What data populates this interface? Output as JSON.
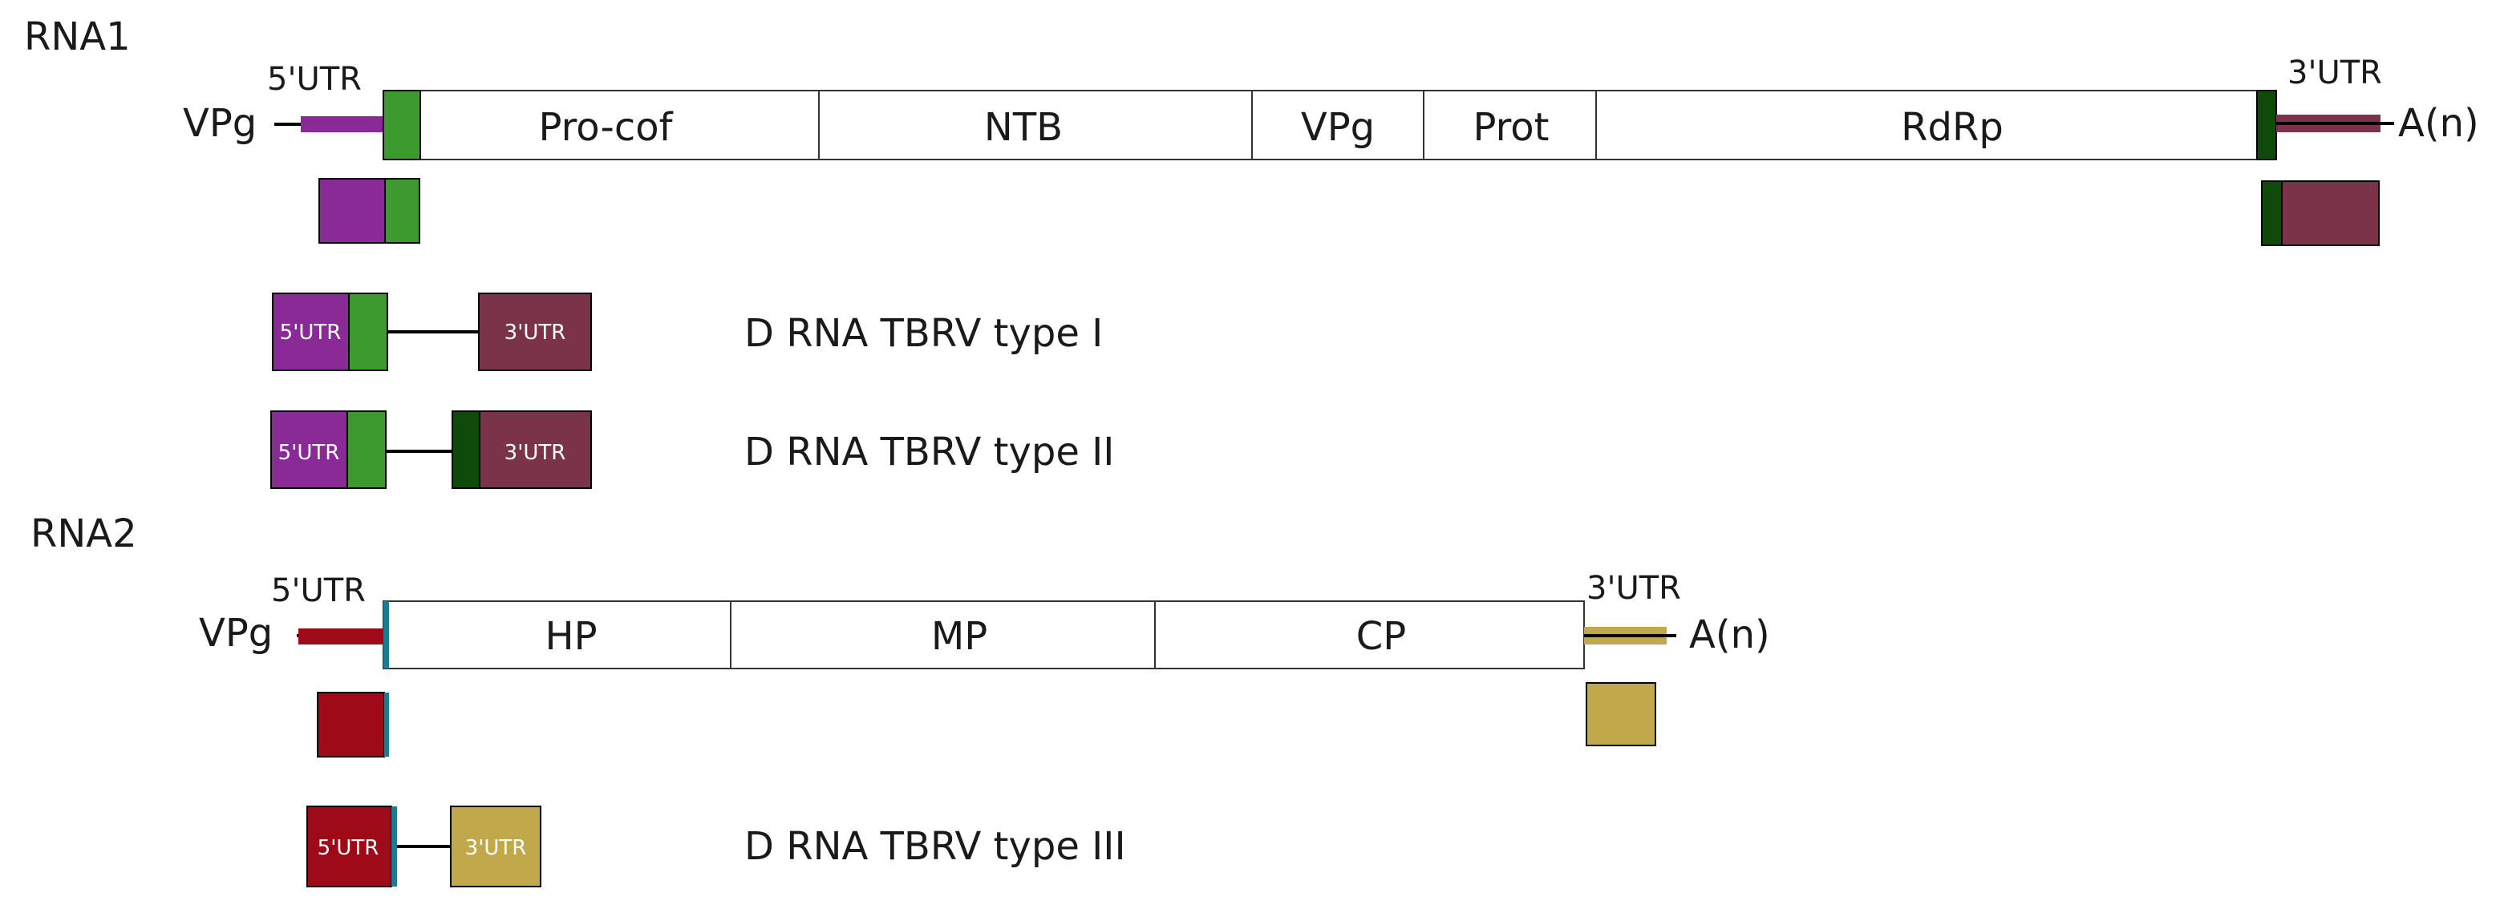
{
  "colors": {
    "rna1_5utr": "#8a2a96",
    "rna1_green": "#3c9a2f",
    "rna1_darkgreen": "#0f4a0a",
    "rna1_3utr": "#7a3348",
    "rna2_5utr": "#9e0a17",
    "rna2_teal": "#1f7a94",
    "rna2_3utr": "#c1a84a"
  },
  "rna1": {
    "title": "RNA1",
    "vpg": "VPg",
    "utr5": "5'UTR",
    "utr3": "3'UTR",
    "polyA": "A(n)",
    "domains": [
      "Pro-cof",
      "NTB",
      "VPg",
      "Prot",
      "RdRp"
    ]
  },
  "rna2": {
    "title": "RNA2",
    "vpg": "VPg",
    "utr5": "5'UTR",
    "utr3": "3'UTR",
    "polyA": "A(n)",
    "domains": [
      "HP",
      "MP",
      "CP"
    ]
  },
  "drna": {
    "type1": {
      "label": "D RNA TBRV type I",
      "utr5": "5'UTR",
      "utr3": "3'UTR"
    },
    "type2": {
      "label": "D RNA TBRV type II",
      "utr5": "5'UTR",
      "utr3": "3'UTR"
    },
    "type3": {
      "label": "D RNA TBRV type III",
      "utr5": "5'UTR",
      "utr3": "3'UTR"
    }
  }
}
